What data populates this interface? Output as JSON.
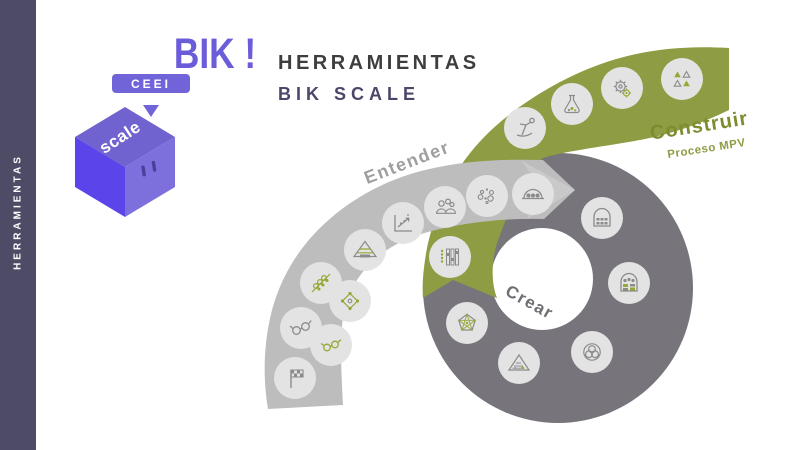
{
  "sidebar": {
    "label": "HERRAMIENTAS"
  },
  "logo": {
    "brand": "BIK !",
    "badge": "CEEI",
    "cube_label": "scale"
  },
  "header": {
    "title": "HERRAMIENTAS",
    "subtitle": "BIK SCALE"
  },
  "diagram": {
    "phases": [
      {
        "label": "Entender",
        "color": "#bdbdbd"
      },
      {
        "label": "Construir",
        "sublabel": "Proceso MPV",
        "color": "#8e9c43"
      },
      {
        "label": "Crear",
        "color": "#77757b"
      }
    ],
    "icons": {
      "entender": [
        "checkered-flag",
        "glasses",
        "binoculars",
        "olive-branch",
        "compass-diamond",
        "tent",
        "growth-chart",
        "team",
        "ideas-dots",
        "dome"
      ],
      "construir": [
        "abacus",
        "kick-scooter",
        "flask",
        "gears",
        "prototype-triangles"
      ],
      "crear": [
        "market-building",
        "factory-building",
        "venn-circles",
        "pyramid",
        "pentagon-web"
      ]
    }
  },
  "colors": {
    "sidebar": "#4e4b66",
    "brand_purple": "#6b5dd9",
    "cube_left": "#5b44ea",
    "cube_top": "#7063cf",
    "cube_right": "#7e70dc",
    "olive_band": "#8e9c43",
    "olive_text": "#7d8c2f",
    "gray_band": "#bdbdbd",
    "donut_gray": "#77757b",
    "icon_circle": "#e3e3e3"
  }
}
